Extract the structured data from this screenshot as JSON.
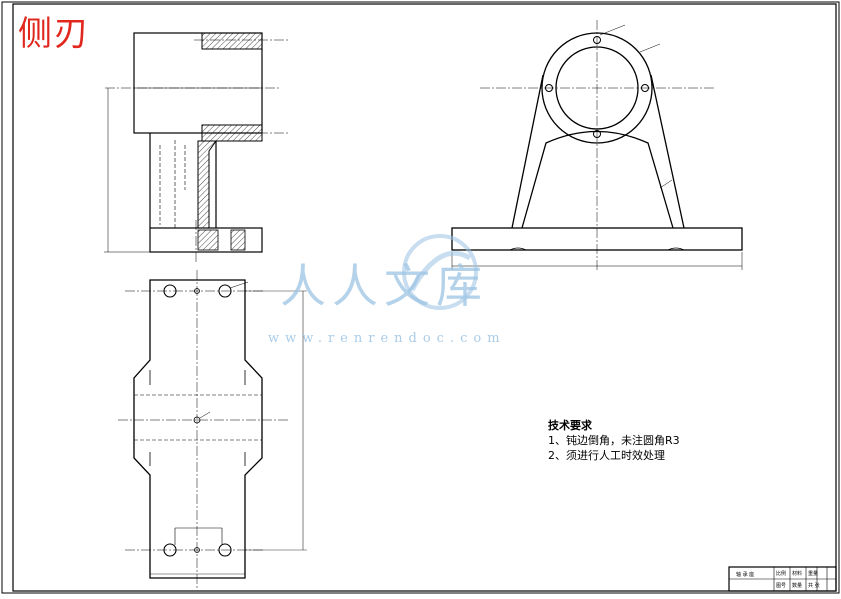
{
  "header_stamp": "侧刃",
  "watermark": {
    "logo_text": "人人文库",
    "url": "www.renrendoc.com"
  },
  "notes": {
    "title": "技术要求",
    "items": [
      "1、钝边倒角，未注圆角R3",
      "2、须进行人工时效处理"
    ]
  },
  "title_block": {
    "name": "轴 承 座",
    "cells": [
      "比例",
      "材料",
      "图号",
      "数量",
      "重量",
      "共 张"
    ]
  }
}
